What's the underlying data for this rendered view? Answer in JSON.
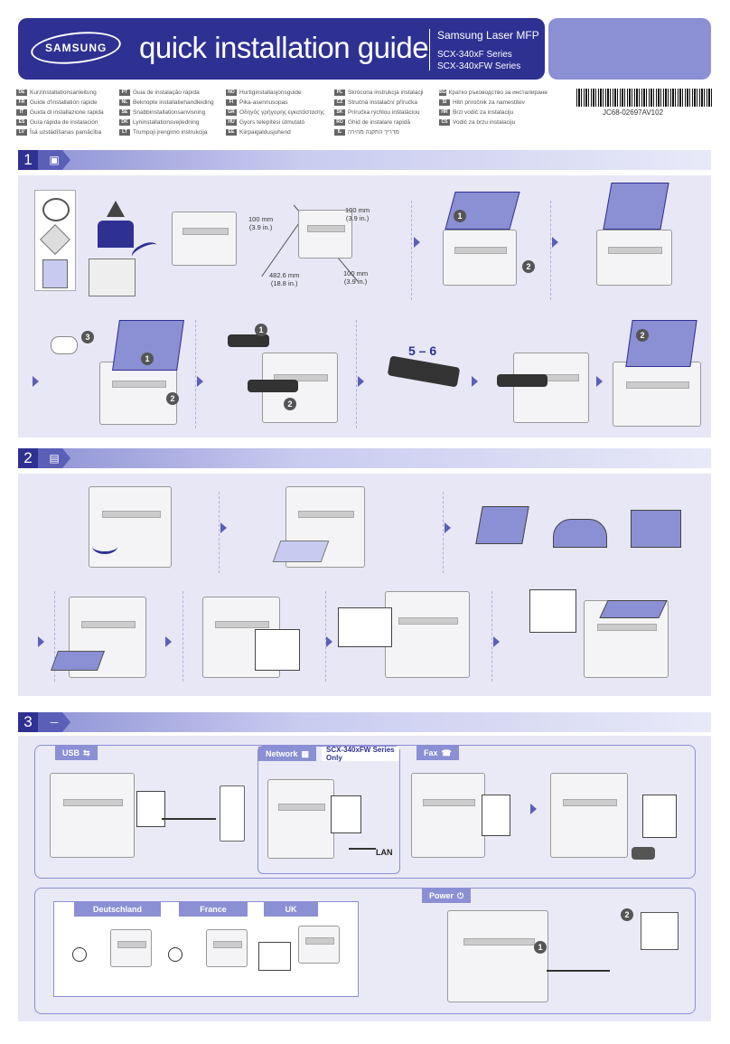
{
  "header": {
    "brand": "SAMSUNG",
    "title": "quick installation guide",
    "product": "Samsung Laser MFP",
    "series": [
      "SCX-340xF Series",
      "SCX-340xFW Series"
    ]
  },
  "languages": [
    {
      "code": "DE",
      "label": "Kurzinstallationsanleitung"
    },
    {
      "code": "FR",
      "label": "Guide d'installation rapide"
    },
    {
      "code": "IT",
      "label": "Guida di installazione rapida"
    },
    {
      "code": "ES",
      "label": "Guía rápida de instalación"
    },
    {
      "code": "LV",
      "label": "Īsā uzstādīšanas pamācība"
    },
    {
      "code": "PT",
      "label": "Guia de instalação rápida"
    },
    {
      "code": "NL",
      "label": "Beknopte installatiehandleiding"
    },
    {
      "code": "SE",
      "label": "Snabbinstallationsanvisning"
    },
    {
      "code": "DK",
      "label": "Lyninstallationsvejledning"
    },
    {
      "code": "LT",
      "label": "Trumpoji įrengimo instrukcija"
    },
    {
      "code": "NO",
      "label": "Hurtiginstallasjonsguide"
    },
    {
      "code": "FI",
      "label": "Pika-asennusopas"
    },
    {
      "code": "GR",
      "label": "Οδηγός γρήγορης εγκατάστασης"
    },
    {
      "code": "HU",
      "label": "Gyors telepítési útmutató"
    },
    {
      "code": "EE",
      "label": "Kiirpaigaldusjuhend"
    },
    {
      "code": "PL",
      "label": "Skrócona instrukcja instalacji"
    },
    {
      "code": "CZ",
      "label": "Stručná instalační příručka"
    },
    {
      "code": "SK",
      "label": "Príručka rýchlou inštaláciou"
    },
    {
      "code": "RO",
      "label": "Ghid de instalare rapidă"
    },
    {
      "code": "IL",
      "label": "מדריך התקנה מהירה"
    },
    {
      "code": "BG",
      "label": "Кратко ръководство за инсталиране"
    },
    {
      "code": "SI",
      "label": "Hitri priročnik za namestitev"
    },
    {
      "code": "HR",
      "label": "Brzi vodič za instalaciju"
    },
    {
      "code": "CS",
      "label": "Vodič za brzu instalaciju"
    }
  ],
  "barcode_text": "JC68-02697AV102",
  "sections": [
    {
      "number": "1"
    },
    {
      "number": "2"
    },
    {
      "number": "3"
    }
  ],
  "dimensions": {
    "left": "100 mm\n(3.9 in.)",
    "right": "100 mm\n(3.9 in.)",
    "front": "482.6 mm\n(18.8 in.)",
    "back": "100 mm\n(3.9 in.)"
  },
  "shake_label": "5 – 6",
  "callouts": {
    "one": "1",
    "two": "2",
    "three": "3"
  },
  "connections": {
    "usb": "USB",
    "network": "Network",
    "network_note": "SCX-340xFW Series Only",
    "lan": "LAN",
    "fax": "Fax",
    "power": "Power",
    "plugs": [
      "Deutschland",
      "France",
      "UK"
    ]
  }
}
